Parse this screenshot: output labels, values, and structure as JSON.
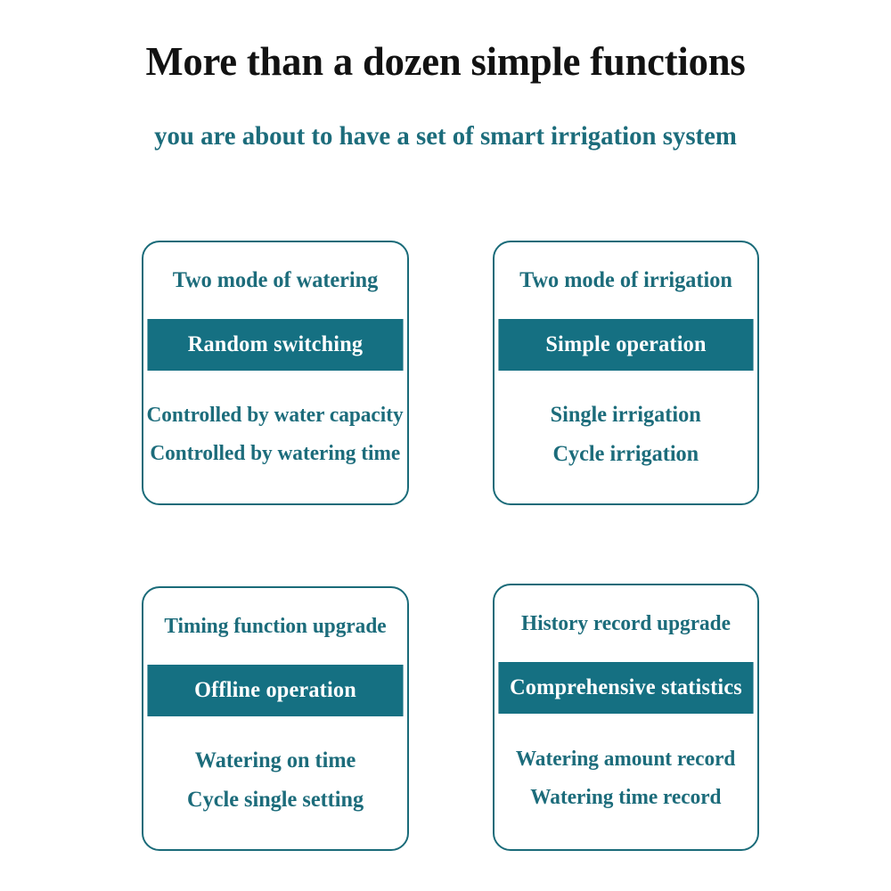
{
  "page": {
    "title": "More than a dozen simple functions",
    "subtitle": "you are about to have a set of smart irrigation system",
    "title_color": "#121212",
    "accent_color": "#157082",
    "text_color": "#1c6c7b",
    "background": "#ffffff"
  },
  "cards": [
    {
      "header": "Two mode of watering",
      "band": "Random switching",
      "items": [
        "Controlled by water capacity",
        "Controlled by watering time"
      ]
    },
    {
      "header": "Two mode of irrigation",
      "band": "Simple operation",
      "items": [
        "Single irrigation",
        "Cycle irrigation"
      ]
    },
    {
      "header": "Timing function upgrade",
      "band": "Offline operation",
      "items": [
        "Watering on time",
        "Cycle single setting"
      ]
    },
    {
      "header": "History record upgrade",
      "band": "Comprehensive statistics",
      "items": [
        "Watering amount record",
        "Watering time record"
      ]
    }
  ]
}
